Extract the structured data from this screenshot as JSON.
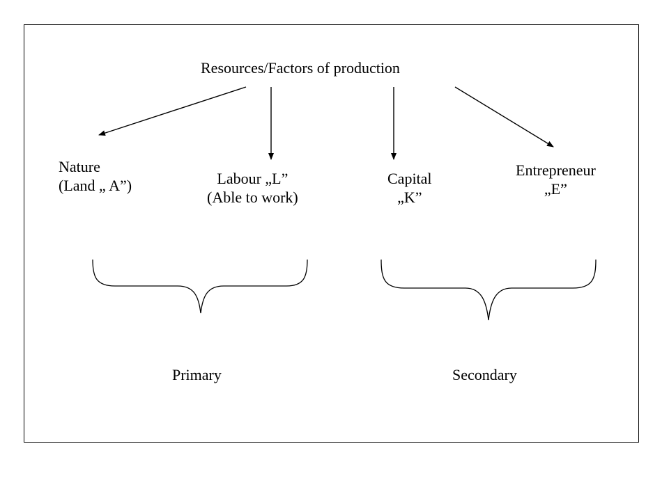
{
  "diagram": {
    "root": {
      "label": "Resources/Factors of production"
    },
    "factors": [
      {
        "id": "nature",
        "lines": [
          "Nature",
          "(Land „ A”)"
        ]
      },
      {
        "id": "labour",
        "lines": [
          "Labour „L”",
          "(Able to work)"
        ]
      },
      {
        "id": "capital",
        "lines": [
          "Capital",
          "„K”"
        ]
      },
      {
        "id": "entrepreneur",
        "lines": [
          "Entrepreneur",
          "„E”"
        ]
      }
    ],
    "groups": [
      {
        "id": "primary",
        "label": "Primary",
        "members": [
          "nature",
          "labour"
        ]
      },
      {
        "id": "secondary",
        "label": "Secondary",
        "members": [
          "capital",
          "entrepreneur"
        ]
      }
    ],
    "edges": [
      {
        "from": "root",
        "to": "nature"
      },
      {
        "from": "root",
        "to": "labour"
      },
      {
        "from": "root",
        "to": "capital"
      },
      {
        "from": "root",
        "to": "entrepreneur"
      }
    ]
  }
}
